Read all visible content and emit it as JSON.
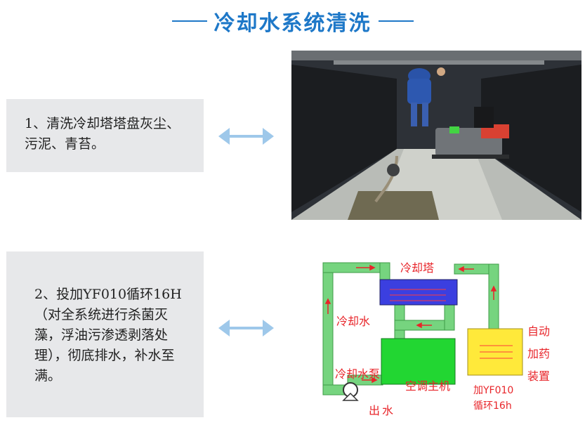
{
  "header": {
    "title": "冷却水系统清洗"
  },
  "step1": {
    "text": "1、清洗冷却塔塔盘灰尘、污泥、青苔。"
  },
  "step2": {
    "text": "2、投加YF010循环16H（对全系统进行杀菌灭藻，浮油污渗透剥落处理），彻底排水，补水至满。"
  },
  "diagram": {
    "cooling_tower": "冷却塔",
    "cooling_water": "冷却水",
    "cooling_pump": "冷却水泵",
    "ac_host": "空调主机",
    "outlet": "出水",
    "auto_dosing": [
      "自动",
      "加药",
      "装置"
    ],
    "dose_note": [
      "加YF010",
      "循环16h"
    ]
  },
  "icons": {
    "double_arrow": "double-arrow-icon",
    "pump": "pump-icon"
  },
  "colors": {
    "accent": "#1e78c8",
    "pipe": "#76d47f",
    "tower": "#3b3fe0",
    "chiller": "#22d632",
    "dosing": "#ffe93a",
    "annotation": "#e8252a"
  }
}
